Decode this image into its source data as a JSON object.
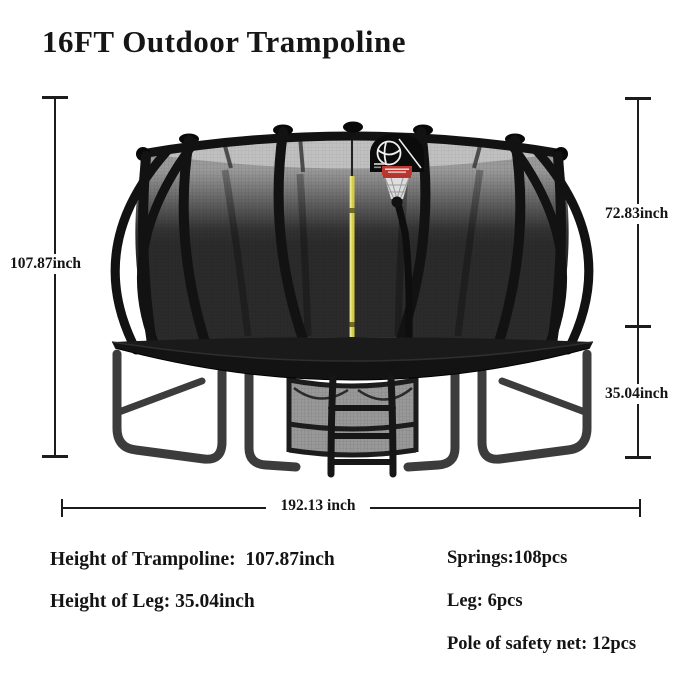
{
  "title": "16FT Outdoor Trampoline",
  "dimensions": {
    "total_height": "107.87inch",
    "net_height": "72.83inch",
    "leg_height": "35.04inch",
    "width": "192.13 inch"
  },
  "specs": {
    "left": [
      "Height of Trampoline:  107.87inch",
      "Height of Leg: 35.04inch"
    ],
    "right": [
      "Springs:108pcs",
      "Leg: 6pcs",
      "Pole of safety net: 12pcs"
    ]
  },
  "illustration": {
    "subject": "16ft outdoor trampoline with safety enclosure net, basketball hoop, ladder and shoe bag",
    "parts": [
      "safety-net-enclosure",
      "curved-enclosure-poles",
      "basketball-hoop",
      "yellow-center-pole",
      "jumping-mat",
      "frame-pad",
      "w-shaped-legs",
      "ladder",
      "shoe-storage-bag"
    ],
    "colors": {
      "frame_black": "#121212",
      "net_dark_gray": "#565656",
      "net_top_light_gray": "#c0c0c0",
      "leg_gray": "#3c3c3c",
      "accent_yellow": "#d4ce47",
      "accent_red": "#bb3730",
      "hoop_red": "#b33530",
      "hoop_net_white": "#e6e6e6"
    }
  }
}
